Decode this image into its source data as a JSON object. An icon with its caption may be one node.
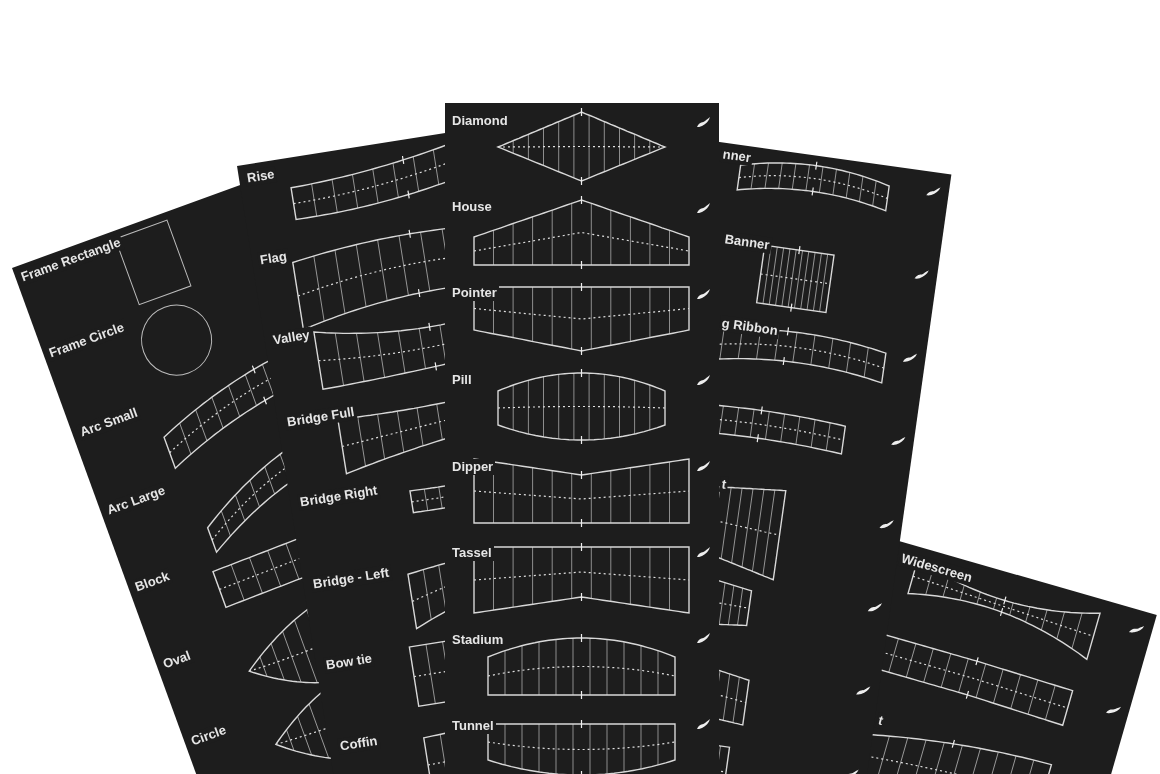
{
  "diagram": {
    "labels": [
      "Frame Rectangle",
      "Frame Circle",
      "Arc Small",
      "Arc Large",
      "Block",
      "Oval",
      "Circle",
      "Rise",
      "Flag",
      "Valley",
      "Bridge Full",
      "Bridge Right",
      "Bridge - Left",
      "Bow tie",
      "Coffin",
      "Diamond",
      "House",
      "Pointer",
      "Pill",
      "Dipper",
      "Tassel",
      "Stadium",
      "Tunnel",
      "nner",
      "Banner",
      "g Ribbon",
      "t",
      "Widescreen",
      "t"
    ]
  }
}
